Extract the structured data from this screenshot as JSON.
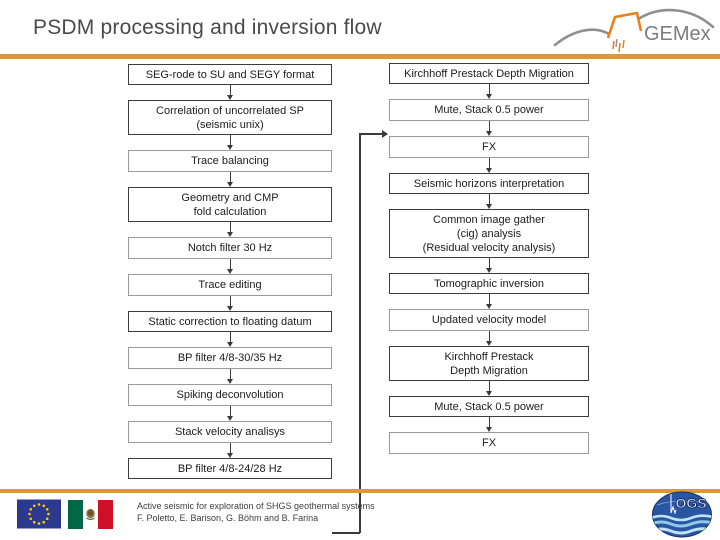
{
  "header": {
    "title": "PSDM processing and inversion flow",
    "gemex_label": "GEMex"
  },
  "colors": {
    "accent_orange": "#dd9933",
    "box_border_strong": "#3d3d3d",
    "box_border_light": "#9a9a9a",
    "connector_line": "#3a3a3a",
    "title_gray": "#4a4a4a",
    "eu_flag_blue": "#2b3a8f",
    "eu_star_yellow": "#ffcc00",
    "mexico_green": "#006847",
    "mexico_red": "#ce1126",
    "ogs_blue": "#2a55a3",
    "logo_orange": "#e8811c",
    "logo_gray": "#8f8f8f"
  },
  "flow": {
    "left_column": {
      "boxes": [
        {
          "lines": [
            "SEG-rode to SU and SEGY format"
          ],
          "strong": true
        },
        {
          "lines": [
            "Correlation of uncorrelated SP",
            "(seismic unix)"
          ],
          "strong": true
        },
        {
          "lines": [
            "Trace balancing"
          ],
          "strong": false
        },
        {
          "lines": [
            "Geometry and CMP",
            "fold calculation"
          ],
          "strong": true
        },
        {
          "lines": [
            "Notch filter 30 Hz"
          ],
          "strong": false
        },
        {
          "lines": [
            "Trace editing"
          ],
          "strong": false
        },
        {
          "lines": [
            "Static correction to floating datum"
          ],
          "strong": true
        },
        {
          "lines": [
            "BP filter 4/8-30/35 Hz"
          ],
          "strong": false
        },
        {
          "lines": [
            "Spiking deconvolution"
          ],
          "strong": false
        },
        {
          "lines": [
            "Stack velocity analisys"
          ],
          "strong": false
        },
        {
          "lines": [
            "BP filter 4/8-24/28 Hz"
          ],
          "strong": true
        }
      ]
    },
    "right_column": {
      "boxes": [
        {
          "lines": [
            "Kirchhoff Prestack Depth Migration"
          ],
          "strong": true
        },
        {
          "lines": [
            "Mute, Stack 0.5 power"
          ],
          "strong": false
        },
        {
          "lines": [
            "FX"
          ],
          "strong": false
        },
        {
          "lines": [
            "Seismic horizons interpretation"
          ],
          "strong": true
        },
        {
          "lines": [
            "Common image gather",
            "(cig) analysis",
            "(Residual velocity analysis)"
          ],
          "strong": true
        },
        {
          "lines": [
            "Tomographic inversion"
          ],
          "strong": true
        },
        {
          "lines": [
            "Updated velocity model"
          ],
          "strong": false
        },
        {
          "lines": [
            "Kirchhoff Prestack",
            "Depth Migration"
          ],
          "strong": true
        },
        {
          "lines": [
            "Mute, Stack 0.5 power"
          ],
          "strong": true
        },
        {
          "lines": [
            "FX"
          ],
          "strong": false
        }
      ]
    }
  },
  "footer": {
    "line1": "Active seismic for exploration of SHGS geothermal systems",
    "line2": "F. Poletto, E. Barison, G. Böhm and B. Farina",
    "ogs_label": "OGS",
    "icons": [
      "eu-flag-icon",
      "mexico-flag-icon",
      "ogs-logo",
      "gemex-logo"
    ]
  }
}
